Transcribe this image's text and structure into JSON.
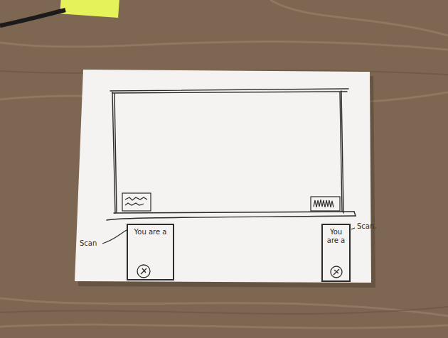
{
  "diagram": {
    "nodes": [
      {
        "text": [
          "You are a"
        ]
      },
      {
        "text": [
          "You are a"
        ]
      }
    ],
    "labels": [
      "Scan",
      "Scan."
    ]
  }
}
